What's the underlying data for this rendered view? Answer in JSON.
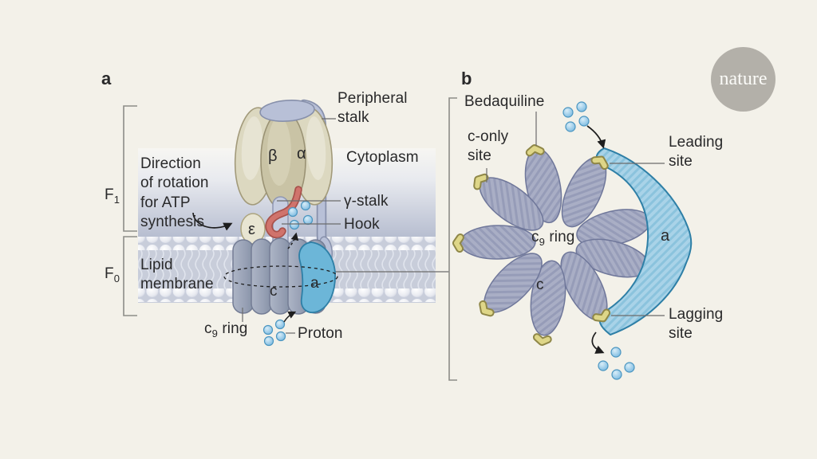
{
  "branding": {
    "logo_text": "nature",
    "logo_color": "#b3b0a9"
  },
  "colors": {
    "background": "#f3f1e9",
    "membrane_fill": "#c8cdda",
    "cytoplasm_bottom": "#b7bdcf",
    "c_ring_gray": "#99a2b6",
    "f1_head_tan": "#c9c3a5",
    "a_subunit_blue": "#6cb6d8",
    "crescent_blue": "#a9d3e8",
    "petal_gray": "#a9aec5",
    "bedaquiline_yellow": "#ded688",
    "proton_blue": "#8cc7e7",
    "hook_red": "#d0736c",
    "stalk_lavender": "#b8c0d7"
  },
  "panel_a": {
    "label": "a",
    "f1_label": {
      "base": "F",
      "sub": "1"
    },
    "f0_label": {
      "base": "F",
      "sub": "0"
    },
    "labels": {
      "peripheral_stalk": "Peripheral\nstalk",
      "cytoplasm": "Cytoplasm",
      "gamma_stalk": "γ-stalk",
      "hook": "Hook",
      "direction_of_rotation": "Direction\nof rotation\nfor ATP\nsynthesis",
      "lipid_membrane": "Lipid\nmembrane",
      "proton": "Proton"
    },
    "c9_ring_label": {
      "base": "c",
      "sub": "9",
      "post": " ring"
    },
    "subunits": {
      "beta": "β",
      "alpha": "α",
      "epsilon": "ε",
      "c": "c",
      "a": "a"
    }
  },
  "panel_b": {
    "label": "b",
    "labels": {
      "bedaquiline": "Bedaquiline",
      "c_only_site": "c-only\nsite",
      "leading_site": "Leading\nsite",
      "lagging_site": "Lagging\nsite"
    },
    "c9_ring_label": {
      "base": "c",
      "sub": "9",
      "post": " ring"
    },
    "subunits": {
      "a": "a",
      "c": "c"
    }
  }
}
